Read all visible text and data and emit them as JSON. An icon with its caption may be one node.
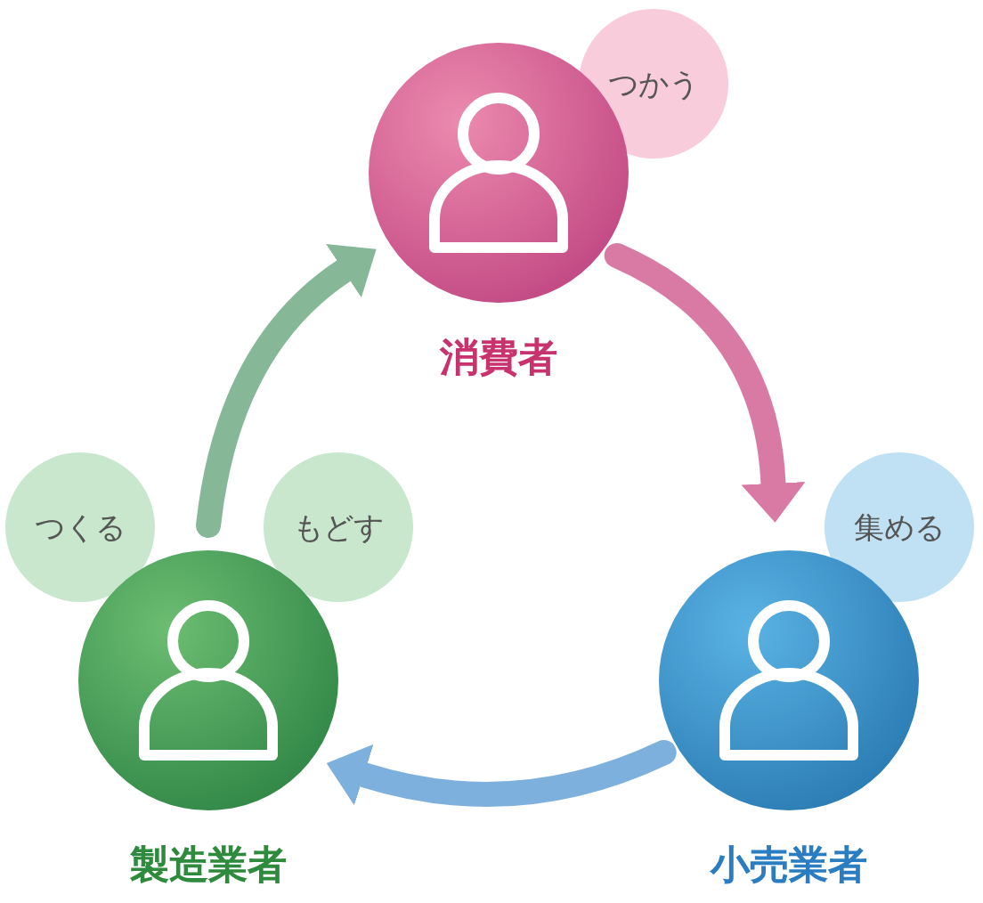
{
  "diagram": {
    "nodes": [
      {
        "text": [
          "消費者"
        ]
      },
      {
        "text": [
          "つかう"
        ]
      },
      {
        "text": [
          "集める"
        ]
      },
      {
        "text": [
          "小売業者"
        ]
      },
      {
        "text": [
          "つくる"
        ]
      },
      {
        "text": [
          "もどす"
        ]
      },
      {
        "text": [
          "製造業者"
        ]
      }
    ],
    "edges": [
      {
        "from": 0,
        "to": 3,
        "arrow": "to",
        "color": "#d97aa4"
      },
      {
        "from": 3,
        "to": 6,
        "arrow": "to",
        "color": "#7eb0dd"
      },
      {
        "from": 6,
        "to": 0,
        "arrow": "to",
        "color": "#86b898"
      }
    ]
  }
}
